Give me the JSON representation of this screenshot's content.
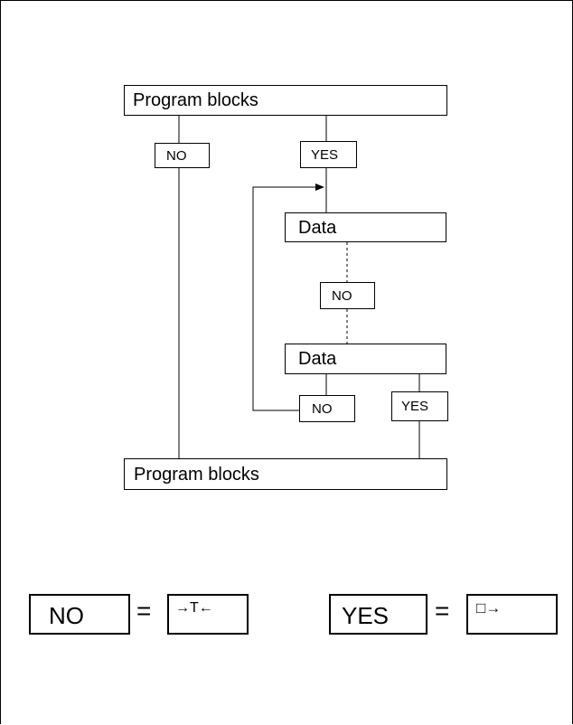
{
  "diagram": {
    "top_block": "Program blocks",
    "bottom_block": "Program blocks",
    "data_block_1": "Data",
    "data_block_2": "Data",
    "no_left": "NO",
    "yes_top": "YES",
    "no_middle": "NO",
    "no_loop": "NO",
    "yes_lower": "YES"
  },
  "legend": {
    "no_label": "NO",
    "no_symbol": "→T←",
    "equals_1": "=",
    "yes_label": "YES",
    "yes_symbol": "□→",
    "equals_2": "="
  }
}
